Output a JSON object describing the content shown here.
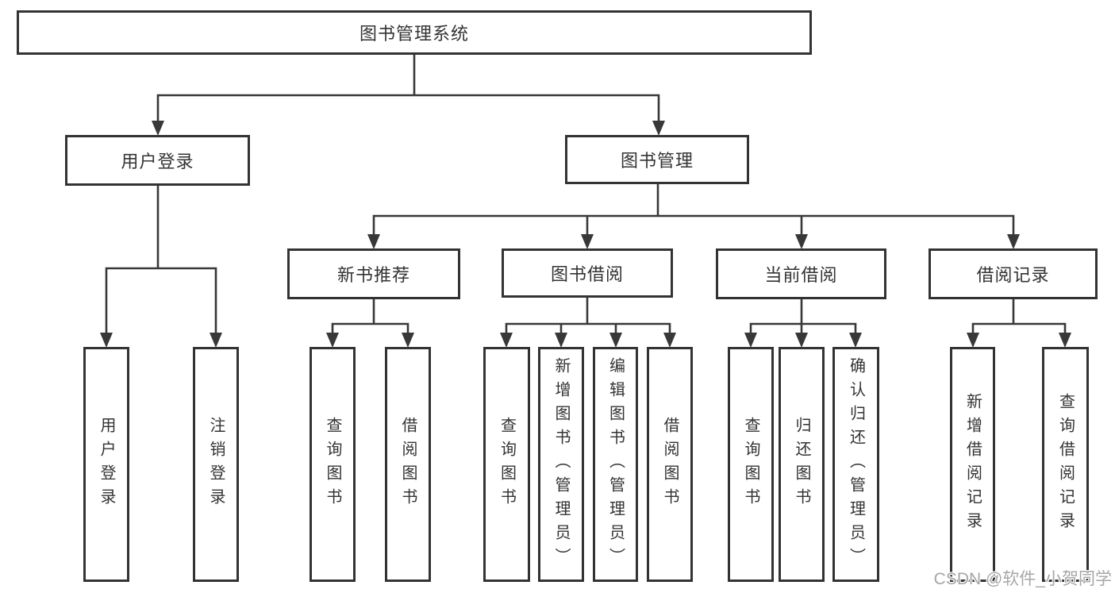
{
  "tree": {
    "root": {
      "label": "图书管理系统"
    },
    "children": [
      {
        "label": "用户登录",
        "children": [
          {
            "label": "用户登录"
          },
          {
            "label": "注销登录"
          }
        ]
      },
      {
        "label": "图书管理",
        "children": [
          {
            "label": "新书推荐",
            "children": [
              {
                "label": "查询图书"
              },
              {
                "label": "借阅图书"
              }
            ]
          },
          {
            "label": "图书借阅",
            "children": [
              {
                "label": "查询图书"
              },
              {
                "label": "新增图书（管理员）"
              },
              {
                "label": "编辑图书（管理员）"
              },
              {
                "label": "借阅图书"
              }
            ]
          },
          {
            "label": "当前借阅",
            "children": [
              {
                "label": "查询图书"
              },
              {
                "label": "归还图书"
              },
              {
                "label": "确认归还（管理员）"
              }
            ]
          },
          {
            "label": "借阅记录",
            "children": [
              {
                "label": "新增借阅记录"
              },
              {
                "label": "查询借阅记录"
              }
            ]
          }
        ]
      }
    ]
  },
  "watermark": {
    "text": "CSDN @软件_小贺同学"
  },
  "colors": {
    "line": "#383838",
    "box_border": "#333333",
    "text": "#333333",
    "watermark": "#a6a6a6",
    "background": "#ffffff"
  }
}
